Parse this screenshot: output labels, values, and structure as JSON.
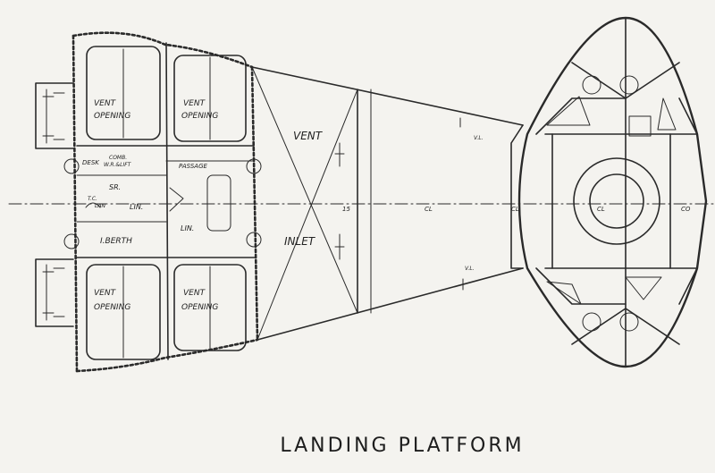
{
  "title": "LANDING PLATFORM",
  "labels": {
    "vent_top_left": [
      "VENT",
      "OPENING"
    ],
    "vent_top_right": [
      "VENT",
      "OPENING"
    ],
    "vent_bottom_left": [
      "VENT",
      "OPENING"
    ],
    "vent_bottom_right": [
      "VENT",
      "OPENING"
    ],
    "vent_inlet_top": "VENT",
    "vent_inlet_bottom": "INLET",
    "desk": "DESK",
    "comb": [
      "COMB.",
      "W.R.&LIFT"
    ],
    "passage": "PASSAGE",
    "sr": "SR.",
    "tc": [
      "T.C.",
      "LAN"
    ],
    "lin1": "LIN.",
    "lin2": "LIN.",
    "berth": "I.BERTH",
    "vl_top": "V.L.",
    "vl_bottom": "V.L.",
    "centre_marks": [
      "15",
      "CL",
      "CL",
      "CL",
      "CO"
    ]
  }
}
